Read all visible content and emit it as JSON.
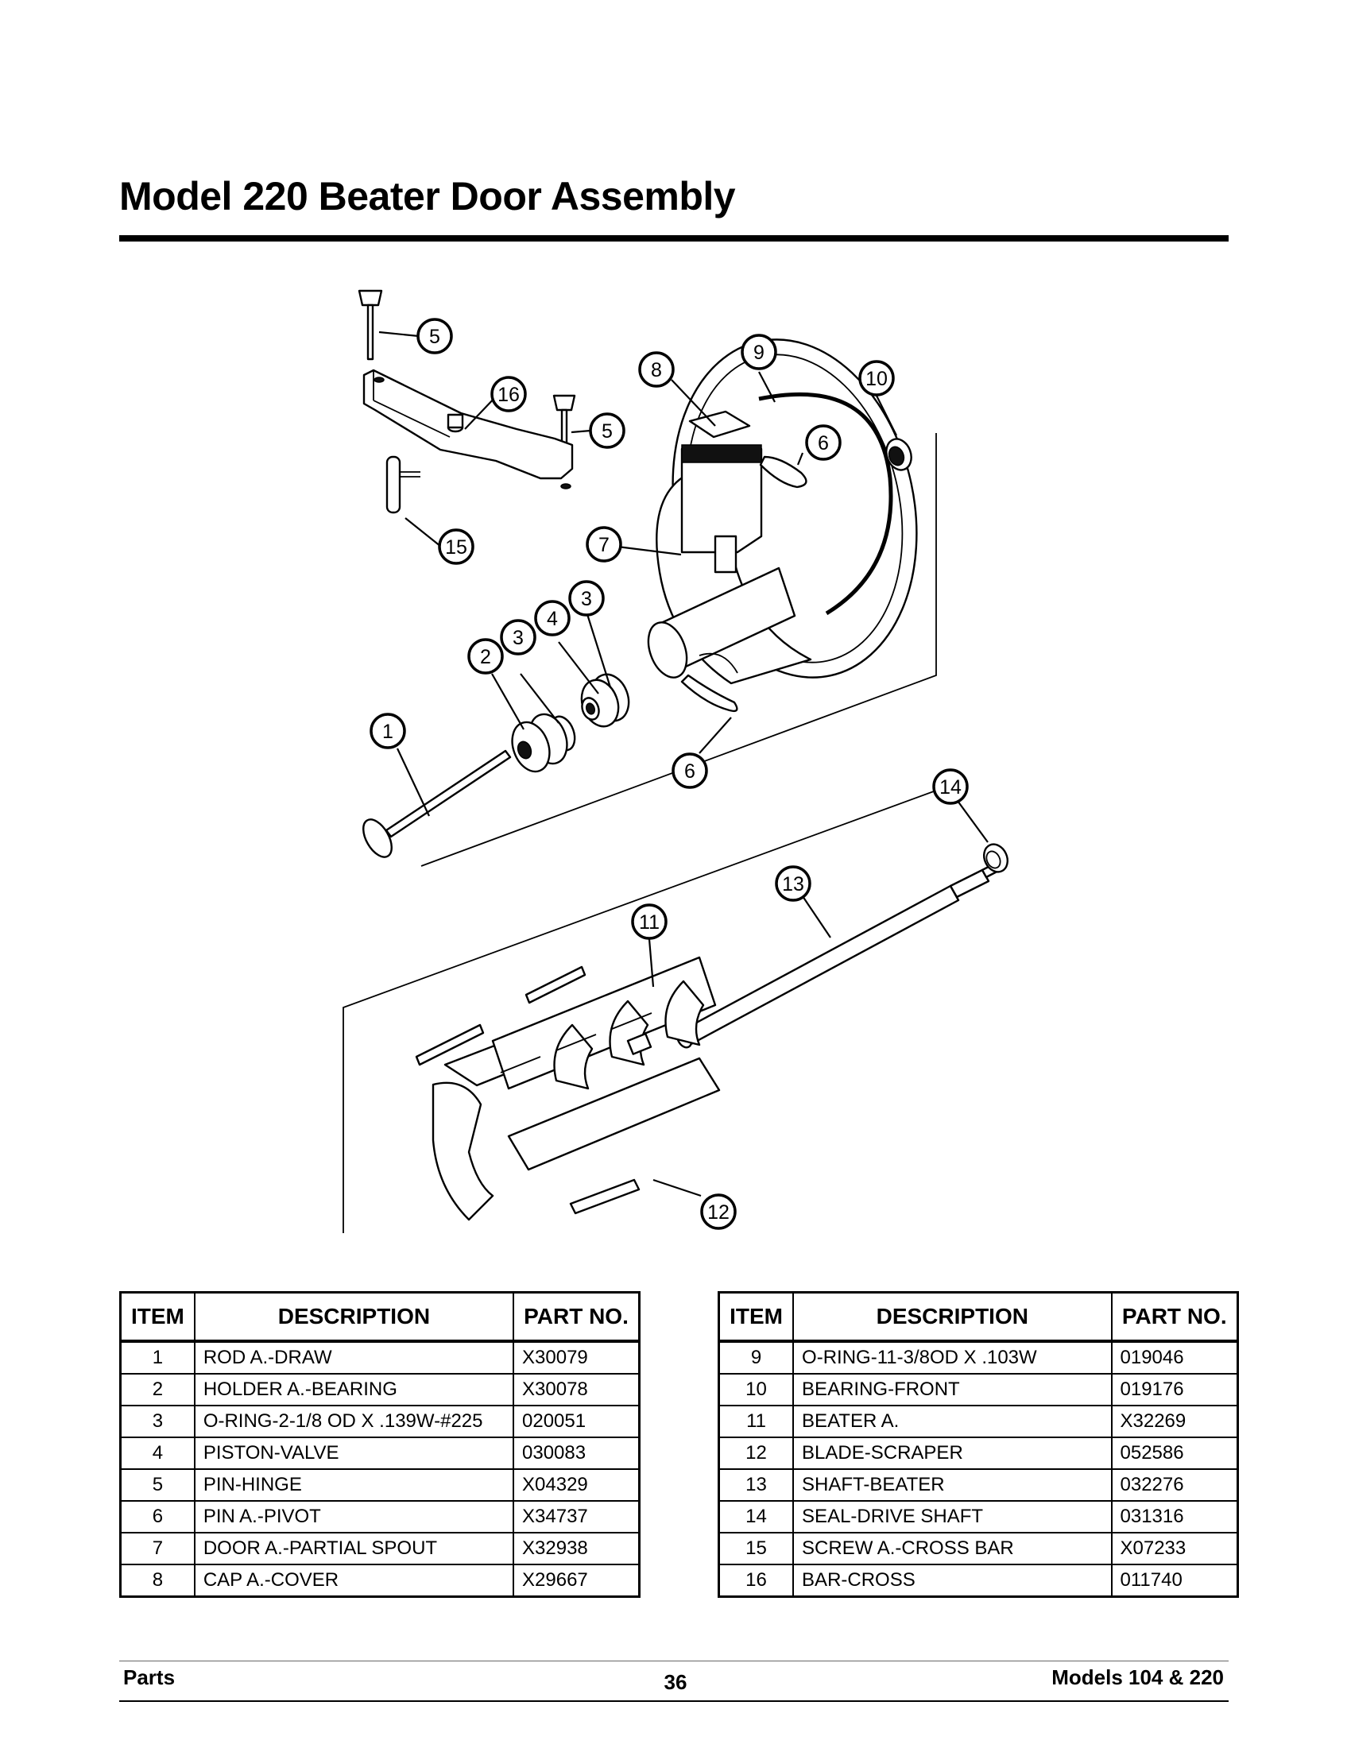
{
  "page": {
    "title": "Model 220 Beater Door Assembly",
    "footer_left": "Parts",
    "page_number": "36",
    "footer_right": "Models 104 & 220"
  },
  "diagram": {
    "callouts": [
      "1",
      "2",
      "3",
      "3",
      "4",
      "5",
      "5",
      "6",
      "6",
      "7",
      "8",
      "9",
      "10",
      "11",
      "12",
      "13",
      "14",
      "15",
      "16"
    ]
  },
  "table": {
    "headers": [
      "ITEM",
      "DESCRIPTION",
      "PART NO."
    ],
    "left_rows": [
      {
        "item": "1",
        "description": "ROD A.-DRAW",
        "part_no": "X30079"
      },
      {
        "item": "2",
        "description": "HOLDER A.-BEARING",
        "part_no": "X30078"
      },
      {
        "item": "3",
        "description": "O-RING-2-1/8 OD X .139W-#225",
        "part_no": "020051"
      },
      {
        "item": "4",
        "description": "PISTON-VALVE",
        "part_no": "030083"
      },
      {
        "item": "5",
        "description": "PIN-HINGE",
        "part_no": "X04329"
      },
      {
        "item": "6",
        "description": "PIN A.-PIVOT",
        "part_no": "X34737"
      },
      {
        "item": "7",
        "description": "DOOR A.-PARTIAL SPOUT",
        "part_no": "X32938"
      },
      {
        "item": "8",
        "description": "CAP A.-COVER",
        "part_no": "X29667"
      }
    ],
    "right_rows": [
      {
        "item": "9",
        "description": "O-RING-11-3/8OD X .103W",
        "part_no": "019046"
      },
      {
        "item": "10",
        "description": "BEARING-FRONT",
        "part_no": "019176"
      },
      {
        "item": "11",
        "description": "BEATER A.",
        "part_no": "X32269"
      },
      {
        "item": "12",
        "description": "BLADE-SCRAPER",
        "part_no": "052586"
      },
      {
        "item": "13",
        "description": "SHAFT-BEATER",
        "part_no": "032276"
      },
      {
        "item": "14",
        "description": "SEAL-DRIVE SHAFT",
        "part_no": "031316"
      },
      {
        "item": "15",
        "description": "SCREW A.-CROSS BAR",
        "part_no": "X07233"
      },
      {
        "item": "16",
        "description": "BAR-CROSS",
        "part_no": "011740"
      }
    ]
  }
}
